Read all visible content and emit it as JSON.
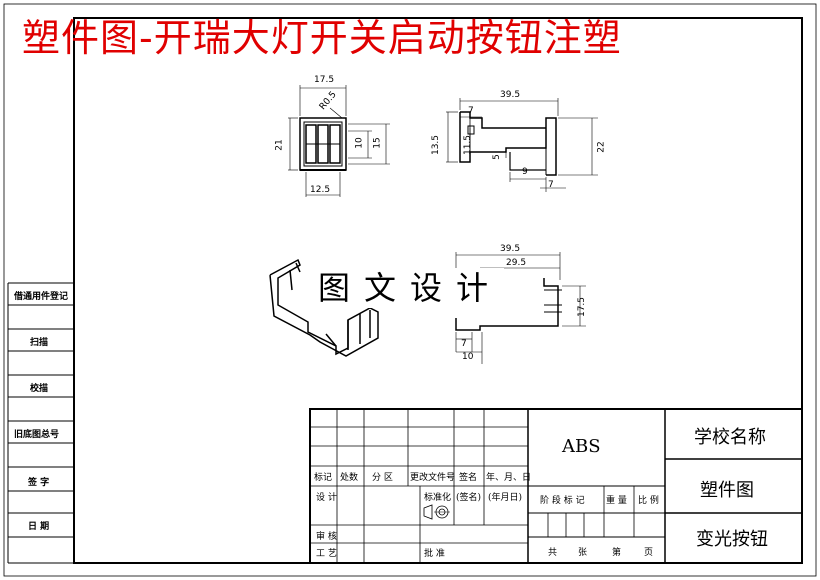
{
  "header": {
    "title": "塑件图-开瑞大灯开关启动按钮注塑"
  },
  "watermark": "图文设计",
  "side_labels": [
    "借通用件登记",
    "扫描",
    "校描",
    "旧底图总号",
    "签 字",
    "日 期"
  ],
  "dimensions": {
    "top_left": {
      "w": "17.5",
      "r": "R0.5",
      "h": "21",
      "inner": "10",
      "outer": "15",
      "bottom": "12.5"
    },
    "top_right": {
      "len": "39.5",
      "a": "7",
      "h1": "13.5",
      "h2": "11.5",
      "s": "5",
      "b": "9",
      "c": "7",
      "right": "22"
    },
    "bottom_right": {
      "len": "39.5",
      "len2": "29.5",
      "right": "17.5",
      "a": "7",
      "b": "10"
    }
  },
  "title_block": {
    "row_labels": {
      "mark": "标记",
      "qty": "处数",
      "zone": "分 区",
      "doc": "更改文件号",
      "sign": "签名",
      "date": "年、月、日"
    },
    "design": "设 计",
    "standard": "标准化",
    "sign2": "(签名)",
    "date2": "(年月日)",
    "review": "审 核",
    "process": "工 艺",
    "approve": "批 准",
    "stage_labels": {
      "stage": "阶 段 标 记",
      "weight": "重 量",
      "scale": "比 例"
    },
    "sheets": {
      "total": "共",
      "sheet": "张",
      "no": "第",
      "page": "页"
    },
    "material": "ABS",
    "school": "学校名称",
    "drawing": "塑件图",
    "part": "变光按钮"
  }
}
